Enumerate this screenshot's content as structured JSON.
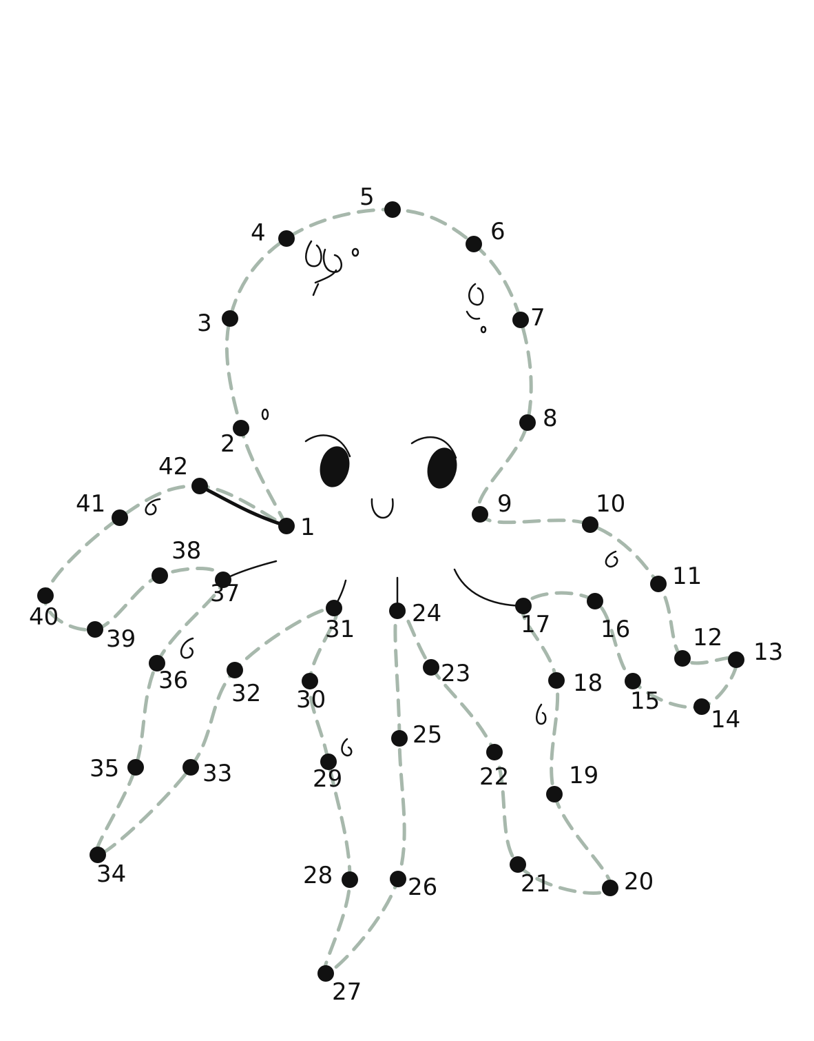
{
  "colors": {
    "guide": "#a7b8ac",
    "dot": "#111111",
    "ink": "#111111"
  },
  "points": [
    {
      "label": "1"
    },
    {
      "label": "2"
    },
    {
      "label": "3"
    },
    {
      "label": "4"
    },
    {
      "label": "5"
    },
    {
      "label": "6"
    },
    {
      "label": "7"
    },
    {
      "label": "8"
    },
    {
      "label": "9"
    },
    {
      "label": "10"
    },
    {
      "label": "11"
    },
    {
      "label": "12"
    },
    {
      "label": "13"
    },
    {
      "label": "14"
    },
    {
      "label": "15"
    },
    {
      "label": "16"
    },
    {
      "label": "17"
    },
    {
      "label": "18"
    },
    {
      "label": "19"
    },
    {
      "label": "20"
    },
    {
      "label": "21"
    },
    {
      "label": "22"
    },
    {
      "label": "23"
    },
    {
      "label": "24"
    },
    {
      "label": "25"
    },
    {
      "label": "26"
    },
    {
      "label": "27"
    },
    {
      "label": "28"
    },
    {
      "label": "29"
    },
    {
      "label": "30"
    },
    {
      "label": "31"
    },
    {
      "label": "32"
    },
    {
      "label": "33"
    },
    {
      "label": "34"
    },
    {
      "label": "35"
    },
    {
      "label": "36"
    },
    {
      "label": "37"
    },
    {
      "label": "38"
    },
    {
      "label": "39"
    },
    {
      "label": "40"
    },
    {
      "label": "41"
    },
    {
      "label": "42"
    }
  ]
}
